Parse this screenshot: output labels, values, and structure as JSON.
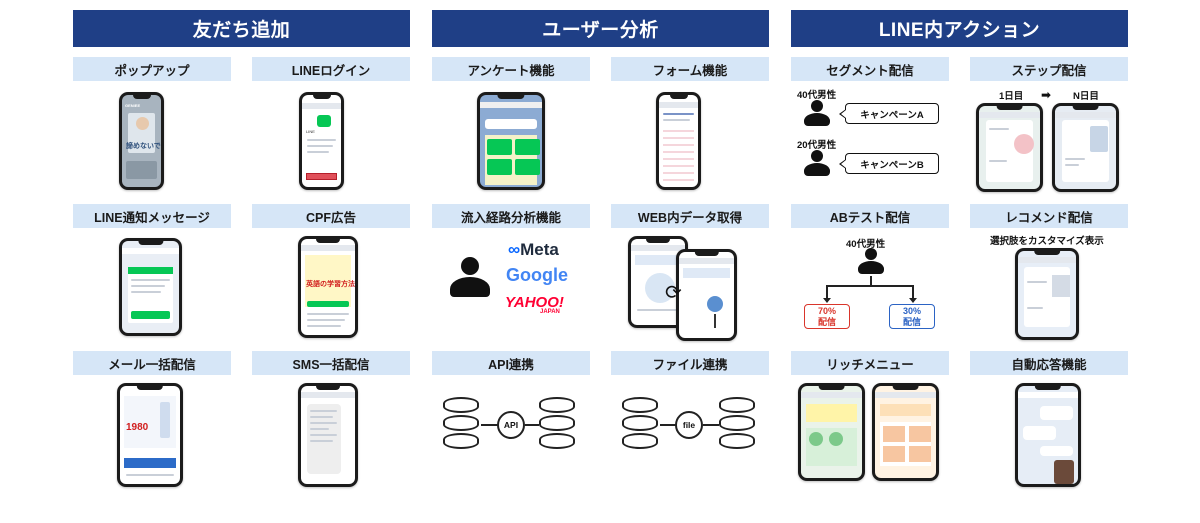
{
  "sections": [
    {
      "key": "friend",
      "title": "友だち追加"
    },
    {
      "key": "analysis",
      "title": "ユーザー分析"
    },
    {
      "key": "action",
      "title": "LINE内アクション"
    }
  ],
  "tiles": {
    "popup": "ポップアップ",
    "line_login": "LINEログイン",
    "survey": "アンケート機能",
    "form": "フォーム機能",
    "segment": "セグメント配信",
    "step": "ステップ配信",
    "line_notify": "LINE通知メッセージ",
    "cpf": "CPF広告",
    "inflow": "流入経路分析機能",
    "web_data": "WEB内データ取得",
    "ab_test": "ABテスト配信",
    "recommend": "レコメンド配信",
    "mail_bulk": "メール一括配信",
    "sms_bulk": "SMS一括配信",
    "api": "API連携",
    "file": "ファイル連携",
    "rich_menu": "リッチメニュー",
    "auto_reply": "自動応答機能"
  },
  "segment_demo": {
    "label_a": "40代男性",
    "bubble_a": "キャンペーンA",
    "label_b": "20代男性",
    "bubble_b": "キャンペーンB"
  },
  "step_demo": {
    "day_first": "1日目",
    "day_n": "N日目"
  },
  "ab_demo": {
    "label": "40代男性",
    "a_pct": "70%",
    "a_text": "配信",
    "b_pct": "30%",
    "b_text": "配信"
  },
  "recommend_demo": {
    "caption": "選択肢をカスタマイズ表示"
  },
  "inflow_brands": {
    "meta": "Meta",
    "google": "Google",
    "yahoo": "YAHOO!",
    "yahoo_sub": "JAPAN"
  },
  "connectors": {
    "api": "API",
    "file": "file"
  },
  "screens": {
    "popup_text": "諦めないで",
    "line_logo": "LINE",
    "cpf_heading": "英語の学習方法",
    "mail_price": "1980",
    "popup_brand": "GENIEE"
  },
  "colors": {
    "header_bg": "#1f3f86",
    "tile_bg": "#d6e6f7",
    "line_green": "#06c755",
    "ab_red": "#d9352b",
    "ab_blue": "#2b63c4"
  }
}
